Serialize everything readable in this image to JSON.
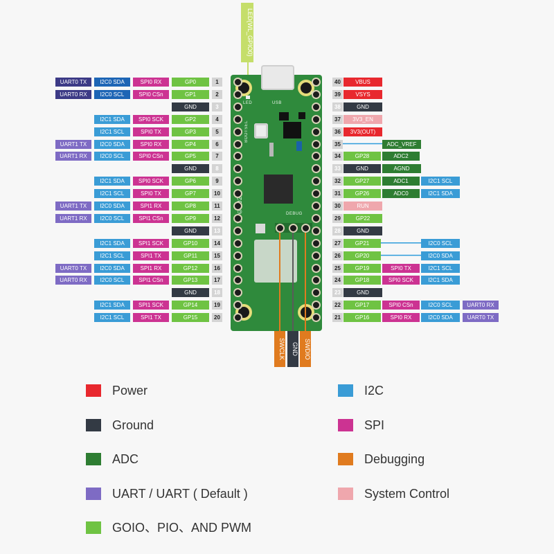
{
  "colors": {
    "power": "#e8282e",
    "ground": "#333a44",
    "adc": "#2e7d32",
    "uart": "#7e6bc4",
    "gpio": "#6fc343",
    "i2c": "#3a9cd6",
    "spi": "#cc3392",
    "debug": "#e07b1f",
    "system": "#efa7ad",
    "uart_default": "#3c3a86",
    "i2c_default": "#1d65b5",
    "led_wire": "#c5de6a"
  },
  "diagram": {
    "led_label": "LED(WL_GPIO0)",
    "board_led": "LED",
    "board_usb": "USB",
    "board_bootsel": "BOOTSEL",
    "board_debug": "DEBUG",
    "board_copyright": "W ©2022",
    "corner_pin_1": "1",
    "corner_pin_2": "2",
    "corner_pin_39": "39",
    "left_pins": [
      {
        "num": "1",
        "gp": "GP0",
        "spi": "SPI0 RX",
        "i2c": "I2C0 SDA",
        "uart": "UART0 TX",
        "i2c_default": true,
        "uart_default": true
      },
      {
        "num": "2",
        "gp": "GP1",
        "spi": "SPI0 CSn",
        "i2c": "I2C0 SCL",
        "uart": "UART0 RX",
        "i2c_default": true,
        "uart_default": true
      },
      {
        "num": "3",
        "gnd": "GND"
      },
      {
        "num": "4",
        "gp": "GP2",
        "spi": "SPI0 SCK",
        "i2c": "I2C1 SDA"
      },
      {
        "num": "5",
        "gp": "GP3",
        "spi": "SPI0 TX",
        "i2c": "I2C1 SCL"
      },
      {
        "num": "6",
        "gp": "GP4",
        "spi": "SPI0 RX",
        "i2c": "I2C0 SDA",
        "uart": "UART1 TX"
      },
      {
        "num": "7",
        "gp": "GP5",
        "spi": "SPI0 CSn",
        "i2c": "I2C0 SCL",
        "uart": "UART1 RX"
      },
      {
        "num": "8",
        "gnd": "GND"
      },
      {
        "num": "9",
        "gp": "GP6",
        "spi": "SPI0 SCK",
        "i2c": "I2C1 SDA"
      },
      {
        "num": "10",
        "gp": "GP7",
        "spi": "SPI0 TX",
        "i2c": "I2C1 SCL"
      },
      {
        "num": "11",
        "gp": "GP8",
        "spi": "SPI1 RX",
        "i2c": "I2C0 SDA",
        "uart": "UART1 TX"
      },
      {
        "num": "12",
        "gp": "GP9",
        "spi": "SPI1 CSn",
        "i2c": "I2C0 SCL",
        "uart": "UART1 RX"
      },
      {
        "num": "13",
        "gnd": "GND"
      },
      {
        "num": "14",
        "gp": "GP10",
        "spi": "SPI1 SCK",
        "i2c": "I2C1 SDA"
      },
      {
        "num": "15",
        "gp": "GP11",
        "spi": "SPI1 TX",
        "i2c": "I2C1 SCL"
      },
      {
        "num": "16",
        "gp": "GP12",
        "spi": "SPI1 RX",
        "i2c": "I2C0 SDA",
        "uart": "UART0 TX"
      },
      {
        "num": "17",
        "gp": "GP13",
        "spi": "SPI1 CSn",
        "i2c": "I2C0 SCL",
        "uart": "UART0 RX"
      },
      {
        "num": "18",
        "gnd": "GND"
      },
      {
        "num": "19",
        "gp": "GP14",
        "spi": "SPI1 SCK",
        "i2c": "I2C1 SDA"
      },
      {
        "num": "20",
        "gp": "GP15",
        "spi": "SPI1 TX",
        "i2c": "I2C1 SCL"
      }
    ],
    "right_pins": [
      {
        "num": "40",
        "labels": [
          {
            "t": "VBUS",
            "c": "power"
          }
        ]
      },
      {
        "num": "39",
        "labels": [
          {
            "t": "VSYS",
            "c": "power"
          }
        ]
      },
      {
        "num": "38",
        "labels": [
          {
            "t": "GND",
            "c": "ground"
          }
        ]
      },
      {
        "num": "37",
        "labels": [
          {
            "t": "3V3_EN",
            "c": "system"
          }
        ]
      },
      {
        "num": "36",
        "labels": [
          {
            "t": "3V3(OUT)",
            "c": "power"
          }
        ]
      },
      {
        "num": "35",
        "labels": [
          {
            "t": "",
            "c": "none"
          },
          {
            "t": "ADC_VREF",
            "c": "adc"
          }
        ]
      },
      {
        "num": "34",
        "labels": [
          {
            "t": "GP28",
            "c": "gpio"
          },
          {
            "t": "ADC2",
            "c": "adc"
          }
        ]
      },
      {
        "num": "33",
        "labels": [
          {
            "t": "GND",
            "c": "ground"
          },
          {
            "t": "AGND",
            "c": "adc"
          }
        ]
      },
      {
        "num": "32",
        "labels": [
          {
            "t": "GP27",
            "c": "gpio"
          },
          {
            "t": "ADC1",
            "c": "adc"
          },
          {
            "t": "I2C1 SCL",
            "c": "i2c"
          }
        ]
      },
      {
        "num": "31",
        "labels": [
          {
            "t": "GP26",
            "c": "gpio"
          },
          {
            "t": "ADC0",
            "c": "adc"
          },
          {
            "t": "I2C1 SDA",
            "c": "i2c"
          }
        ]
      },
      {
        "num": "30",
        "labels": [
          {
            "t": "RUN",
            "c": "system"
          }
        ]
      },
      {
        "num": "29",
        "labels": [
          {
            "t": "GP22",
            "c": "gpio"
          }
        ]
      },
      {
        "num": "28",
        "labels": [
          {
            "t": "GND",
            "c": "ground"
          }
        ]
      },
      {
        "num": "27",
        "labels": [
          {
            "t": "GP21",
            "c": "gpio"
          },
          {
            "t": "",
            "c": "none"
          },
          {
            "t": "I2C0 SCL",
            "c": "i2c"
          }
        ]
      },
      {
        "num": "26",
        "labels": [
          {
            "t": "GP20",
            "c": "gpio"
          },
          {
            "t": "",
            "c": "none"
          },
          {
            "t": "I2C0 SDA",
            "c": "i2c"
          }
        ]
      },
      {
        "num": "25",
        "labels": [
          {
            "t": "GP19",
            "c": "gpio"
          },
          {
            "t": "SPI0 TX",
            "c": "spi"
          },
          {
            "t": "I2C1 SCL",
            "c": "i2c"
          }
        ]
      },
      {
        "num": "24",
        "labels": [
          {
            "t": "GP18",
            "c": "gpio"
          },
          {
            "t": "SPI0 SCK",
            "c": "spi"
          },
          {
            "t": "I2C1 SDA",
            "c": "i2c"
          }
        ]
      },
      {
        "num": "23",
        "labels": [
          {
            "t": "GND",
            "c": "ground"
          }
        ]
      },
      {
        "num": "22",
        "labels": [
          {
            "t": "GP17",
            "c": "gpio"
          },
          {
            "t": "SPI0 CSn",
            "c": "spi"
          },
          {
            "t": "I2C0 SCL",
            "c": "i2c"
          },
          {
            "t": "UART0 RX",
            "c": "uart"
          }
        ]
      },
      {
        "num": "21",
        "labels": [
          {
            "t": "GP16",
            "c": "gpio"
          },
          {
            "t": "SPI0 RX",
            "c": "spi"
          },
          {
            "t": "I2C0 SDA",
            "c": "i2c"
          },
          {
            "t": "UART0 TX",
            "c": "uart"
          }
        ]
      }
    ],
    "debug_pins": [
      {
        "label": "SWCLK",
        "color": "debug"
      },
      {
        "label": "GND",
        "color": "ground"
      },
      {
        "label": "SWDIO",
        "color": "debug"
      }
    ]
  },
  "legend": [
    {
      "label": "Power",
      "color": "power"
    },
    {
      "label": "I2C",
      "color": "i2c"
    },
    {
      "label": "Ground",
      "color": "ground"
    },
    {
      "label": "SPI",
      "color": "spi"
    },
    {
      "label": "ADC",
      "color": "adc"
    },
    {
      "label": "Debugging",
      "color": "debug"
    },
    {
      "label": "UART / UART ( Default )",
      "color": "uart"
    },
    {
      "label": "System Control",
      "color": "system"
    },
    {
      "label": "GOIO、PIO、AND PWM",
      "color": "gpio"
    }
  ]
}
